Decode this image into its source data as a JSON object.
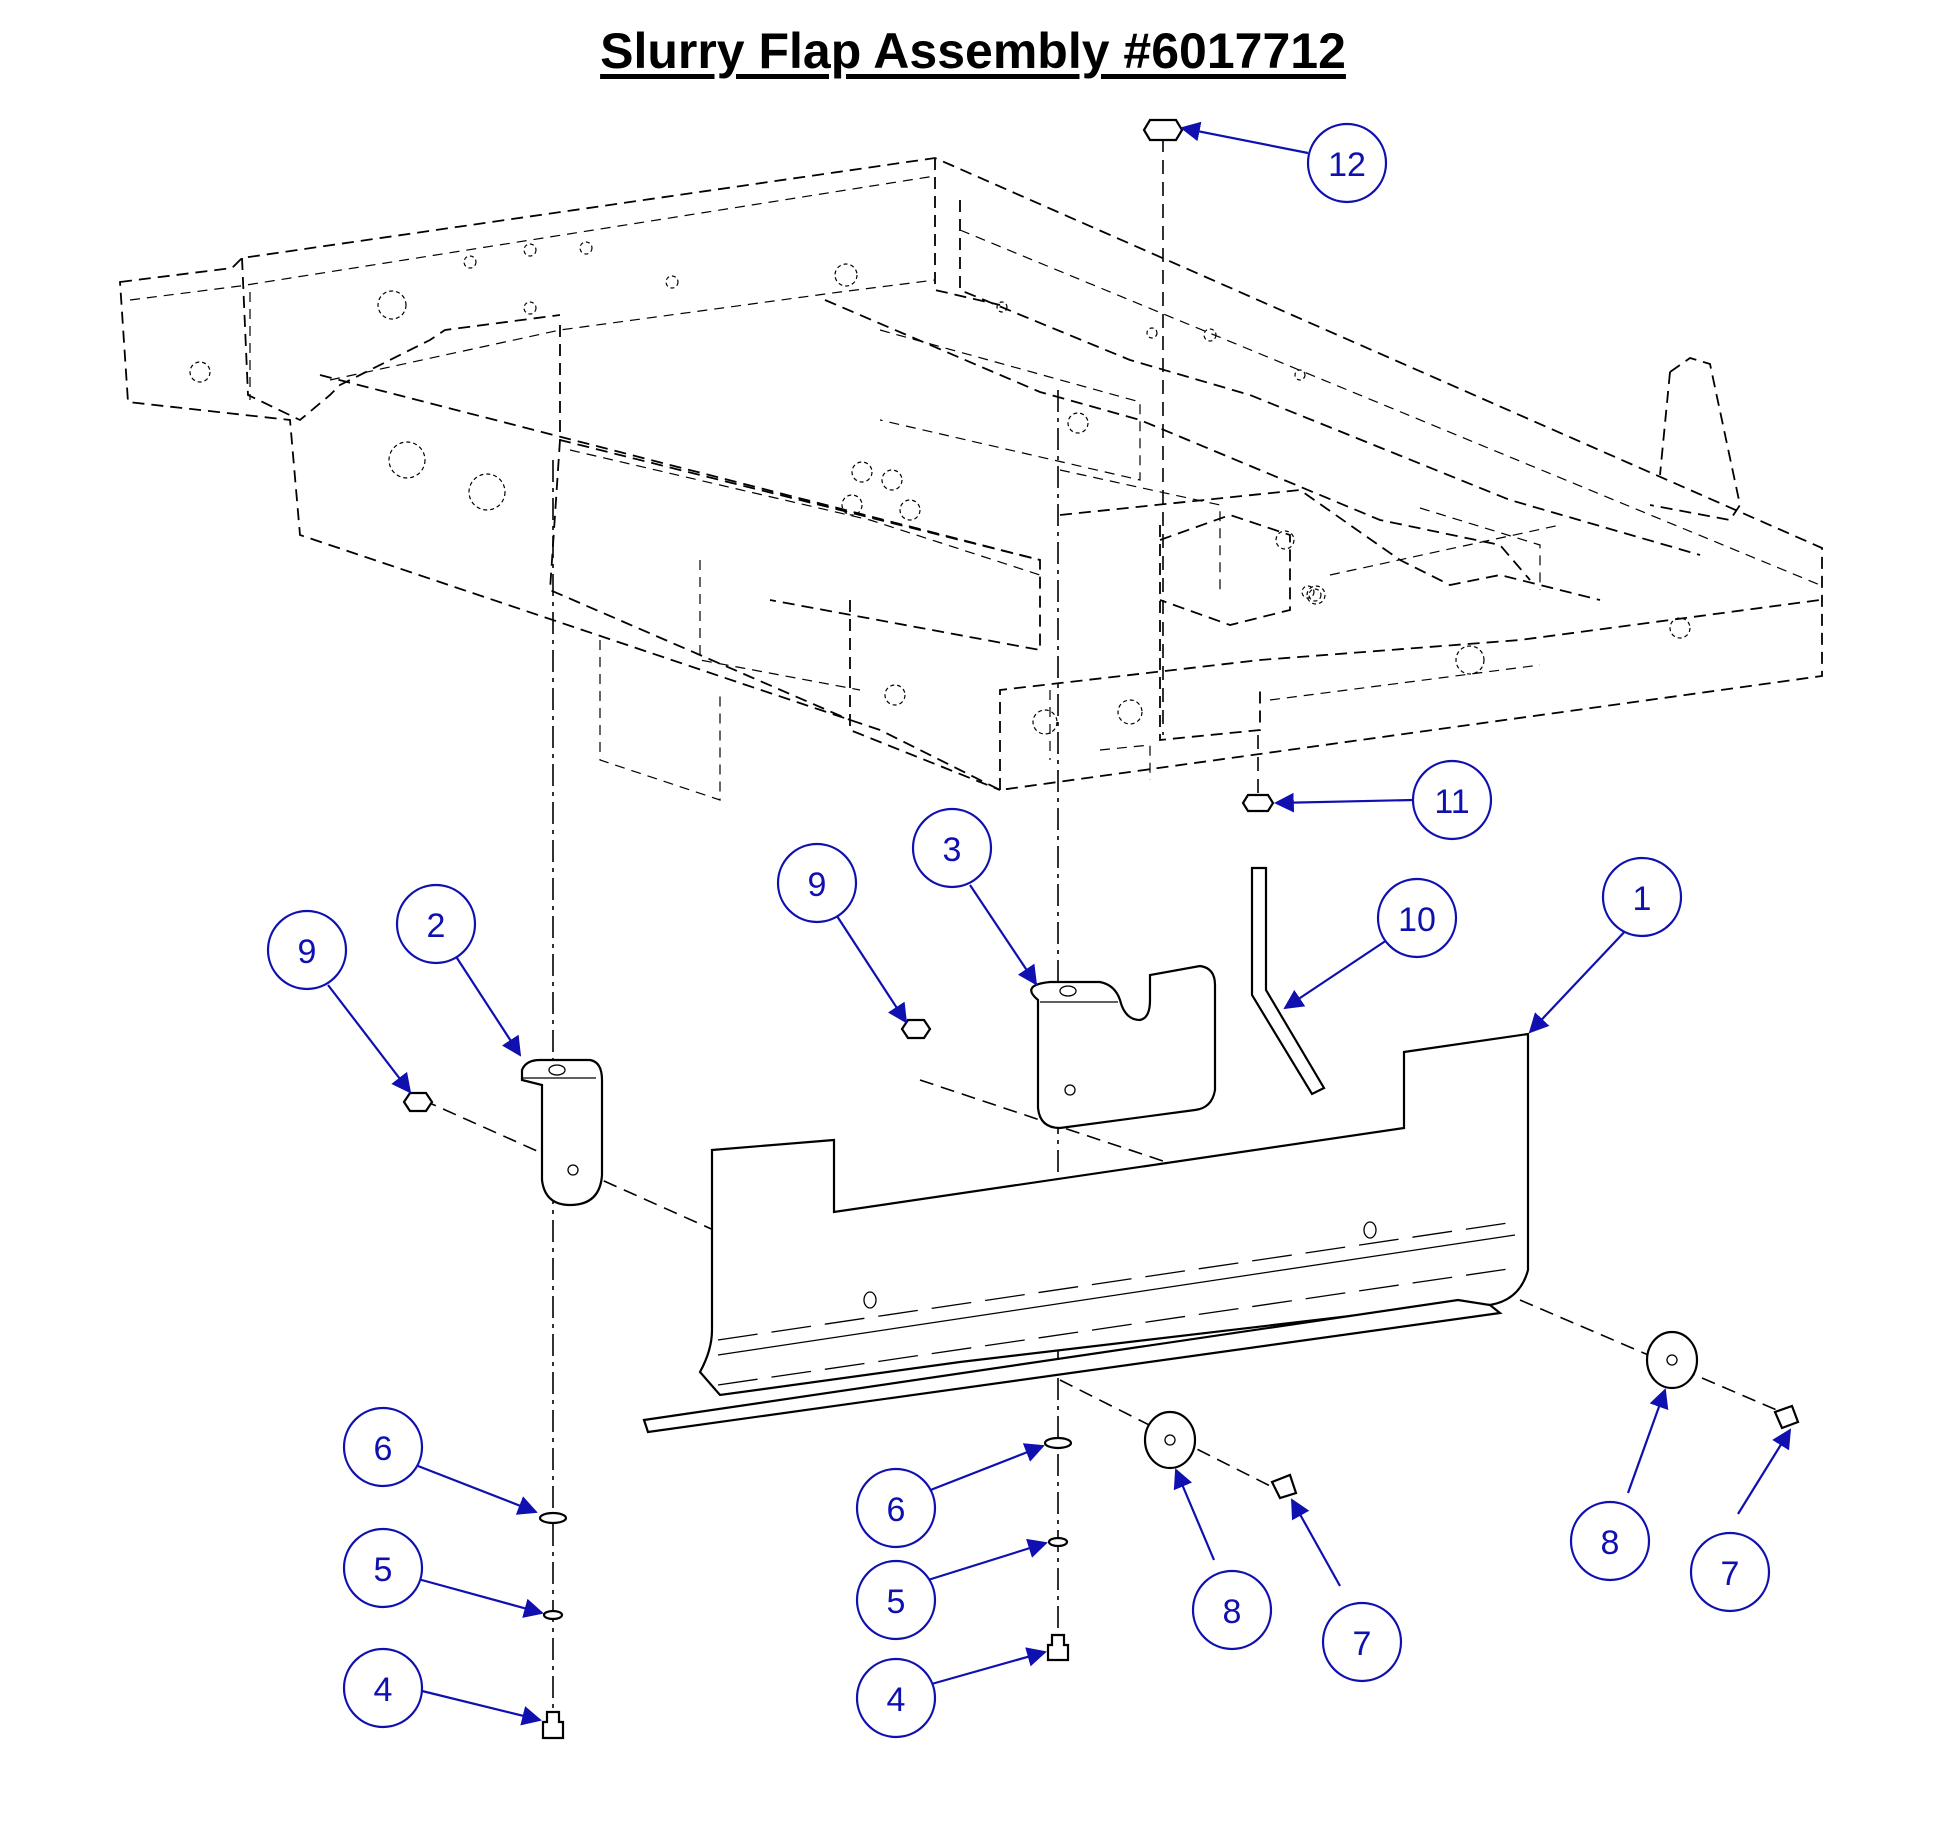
{
  "title": "Slurry Flap Assembly #6017712",
  "callouts": [
    {
      "id": "c12",
      "label": "12",
      "part": "hex-nut-top"
    },
    {
      "id": "c11",
      "label": "11",
      "part": "hex-nut-rod"
    },
    {
      "id": "c10",
      "label": "10",
      "part": "support-rod"
    },
    {
      "id": "c1",
      "label": "1",
      "part": "slurry-flap"
    },
    {
      "id": "c3",
      "label": "3",
      "part": "right-bracket"
    },
    {
      "id": "c9a",
      "label": "9",
      "part": "lock-nut-right"
    },
    {
      "id": "c2",
      "label": "2",
      "part": "left-bracket"
    },
    {
      "id": "c9b",
      "label": "9",
      "part": "lock-nut-left"
    },
    {
      "id": "c6a",
      "label": "6",
      "part": "flat-washer-left"
    },
    {
      "id": "c5a",
      "label": "5",
      "part": "lock-washer-left"
    },
    {
      "id": "c4a",
      "label": "4",
      "part": "bolt-left"
    },
    {
      "id": "c6b",
      "label": "6",
      "part": "flat-washer-right"
    },
    {
      "id": "c5b",
      "label": "5",
      "part": "lock-washer-right"
    },
    {
      "id": "c4b",
      "label": "4",
      "part": "bolt-right"
    },
    {
      "id": "c8a",
      "label": "8",
      "part": "fender-washer-center"
    },
    {
      "id": "c7a",
      "label": "7",
      "part": "carriage-bolt-center"
    },
    {
      "id": "c8b",
      "label": "8",
      "part": "fender-washer-right"
    },
    {
      "id": "c7b",
      "label": "7",
      "part": "carriage-bolt-right"
    }
  ],
  "colors": {
    "callout": "#1010b0",
    "line": "#000000",
    "background": "#ffffff"
  }
}
